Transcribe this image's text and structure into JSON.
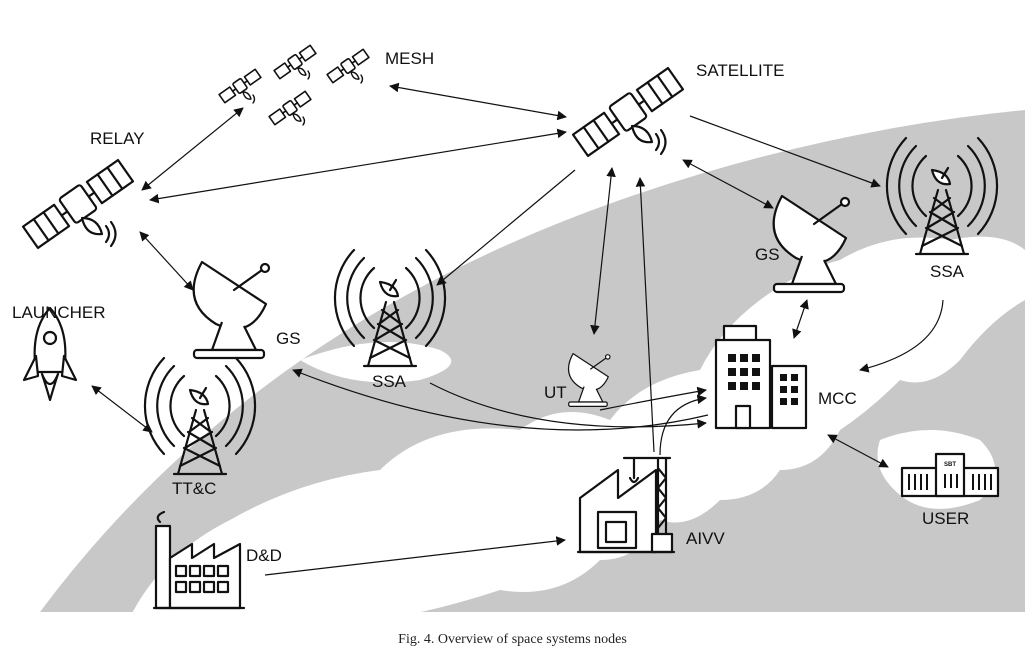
{
  "colors": {
    "earth": "#c8c8c8",
    "land": "#ffffff",
    "ink": "#111111"
  },
  "nodes": {
    "mesh": "MESH",
    "satellite": "SATELLITE",
    "relay": "RELAY",
    "launcher": "LAUNCHER",
    "gs_left": "GS",
    "ssa_center": "SSA",
    "gs_right": "GS",
    "ssa_right": "SSA",
    "ut": "UT",
    "mcc": "MCC",
    "ttc": "TT&C",
    "user": "USER",
    "aivv": "AIVV",
    "dd": "D&D",
    "user_building_sign": "SBT"
  },
  "caption": "Fig. 4.  Overview of space systems nodes"
}
